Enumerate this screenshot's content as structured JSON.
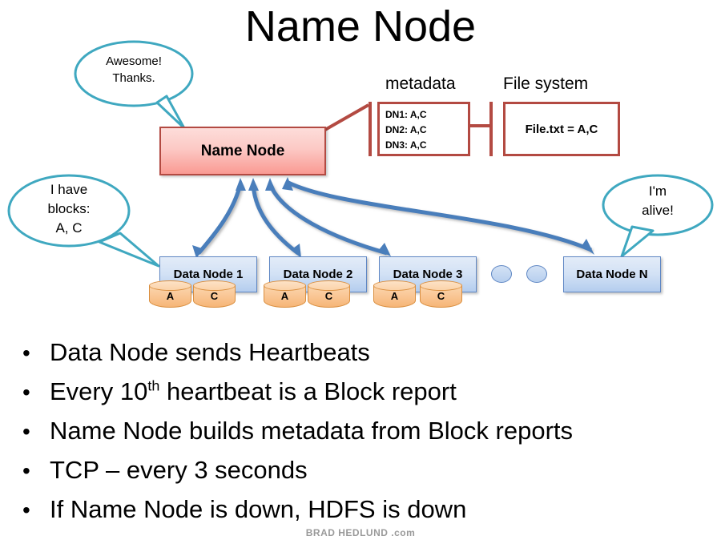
{
  "slide": {
    "title": "Name Node",
    "footer": "BRAD HEDLUND .com",
    "background": "#ffffff"
  },
  "colors": {
    "name_node_border": "#b34a42",
    "name_node_fill_top": "#fdddda",
    "name_node_fill_bottom": "#f99a93",
    "metadata_border": "#b34a42",
    "data_node_border": "#5f87c4",
    "data_node_fill_top": "#e3ecf8",
    "data_node_fill_bottom": "#b4cdee",
    "cylinder_fill": "#f9c592",
    "cylinder_border": "#d98e3f",
    "arrow": "#4a7ebb",
    "speech_bubble_border": "#3fa8c0",
    "footer_text": "#9a9a9a"
  },
  "name_node": {
    "label": "Name Node"
  },
  "metadata": {
    "heading": "metadata",
    "rows": [
      "DN1: A,C",
      "DN2: A,C",
      "DN3: A,C"
    ]
  },
  "file_system": {
    "heading": "File system",
    "entry": "File.txt = A,C"
  },
  "data_nodes": [
    {
      "label": "Data Node 1",
      "blocks": [
        "A",
        "C"
      ]
    },
    {
      "label": "Data Node 2",
      "blocks": [
        "A",
        "C"
      ]
    },
    {
      "label": "Data Node 3",
      "blocks": [
        "A",
        "C"
      ]
    },
    {
      "label": "Data Node N",
      "blocks": []
    }
  ],
  "ellipsis_dots": 2,
  "speech_bubbles": [
    {
      "id": "name-node-reply",
      "lines": [
        "Awesome!",
        "Thanks."
      ],
      "text": "Awesome!\nThanks."
    },
    {
      "id": "data-node-1-report",
      "lines": [
        "I have",
        "blocks:",
        "A, C"
      ],
      "text": "I have\nblocks:\nA, C"
    },
    {
      "id": "data-node-n-heartbeat",
      "lines": [
        "I'm",
        "alive!"
      ],
      "text": "I’m\nalive!"
    }
  ],
  "bullets": [
    {
      "prefix": "Data Node sends Heartbeats",
      "sup": "",
      "suffix": ""
    },
    {
      "prefix": "Every 10",
      "sup": "th",
      "suffix": " heartbeat is a Block report"
    },
    {
      "prefix": "Name Node builds metadata from Block reports",
      "sup": "",
      "suffix": ""
    },
    {
      "prefix": "TCP – every 3 seconds",
      "sup": "",
      "suffix": ""
    },
    {
      "prefix": "If Name Node is down, HDFS is down",
      "sup": "",
      "suffix": ""
    }
  ],
  "bullet_marker": "•"
}
